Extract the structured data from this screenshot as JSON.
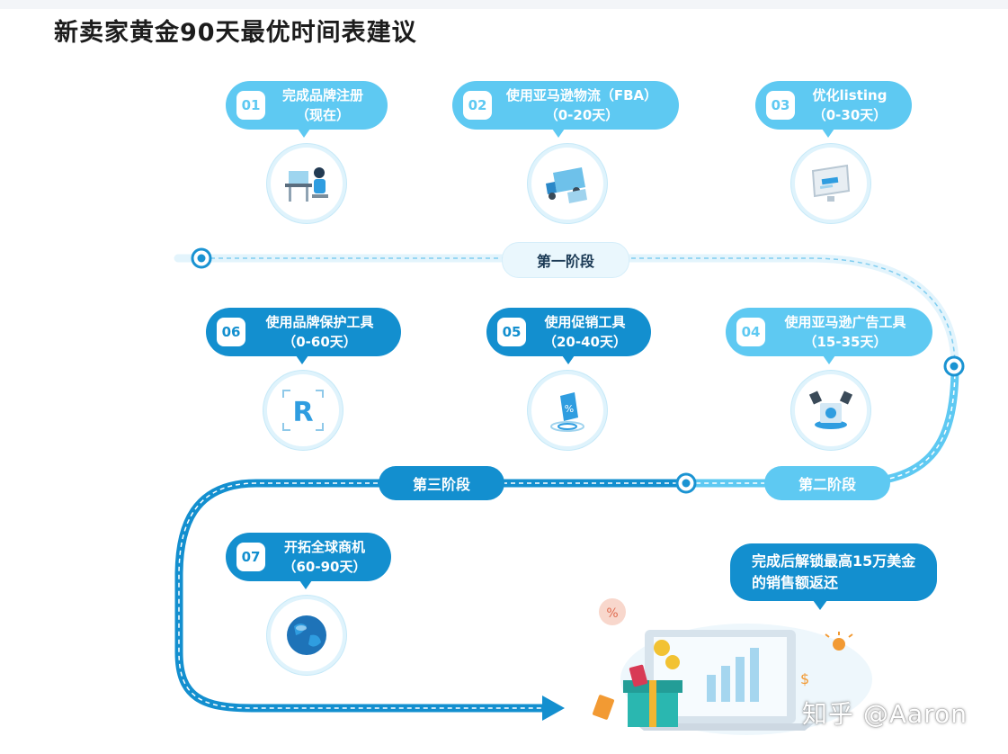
{
  "title": "新卖家黄金90天最优时间表建议",
  "steps": [
    {
      "num": "01",
      "line1": "完成品牌注册",
      "line2": "（现在）"
    },
    {
      "num": "02",
      "line1": "使用亚马逊物流（FBA）",
      "line2": "（0-20天）"
    },
    {
      "num": "03",
      "line1": "优化listing",
      "line2": "（0-30天）"
    },
    {
      "num": "04",
      "line1": "使用亚马逊广告工具",
      "line2": "（15-35天）"
    },
    {
      "num": "05",
      "line1": "使用促销工具",
      "line2": "（20-40天）"
    },
    {
      "num": "06",
      "line1": "使用品牌保护工具",
      "line2": "（0-60天）"
    },
    {
      "num": "07",
      "line1": "开拓全球商机",
      "line2": "（60-90天）"
    }
  ],
  "phases": {
    "p1": "第一阶段",
    "p2": "第二阶段",
    "p3": "第三阶段"
  },
  "reward": {
    "line1": "完成后解锁最高15万美金",
    "line2": "的销售额返还"
  },
  "watermark": "知乎 @Aaron",
  "colors": {
    "light": "#5ec9f2",
    "dark": "#138fcf",
    "track": "#9fd9f3"
  }
}
